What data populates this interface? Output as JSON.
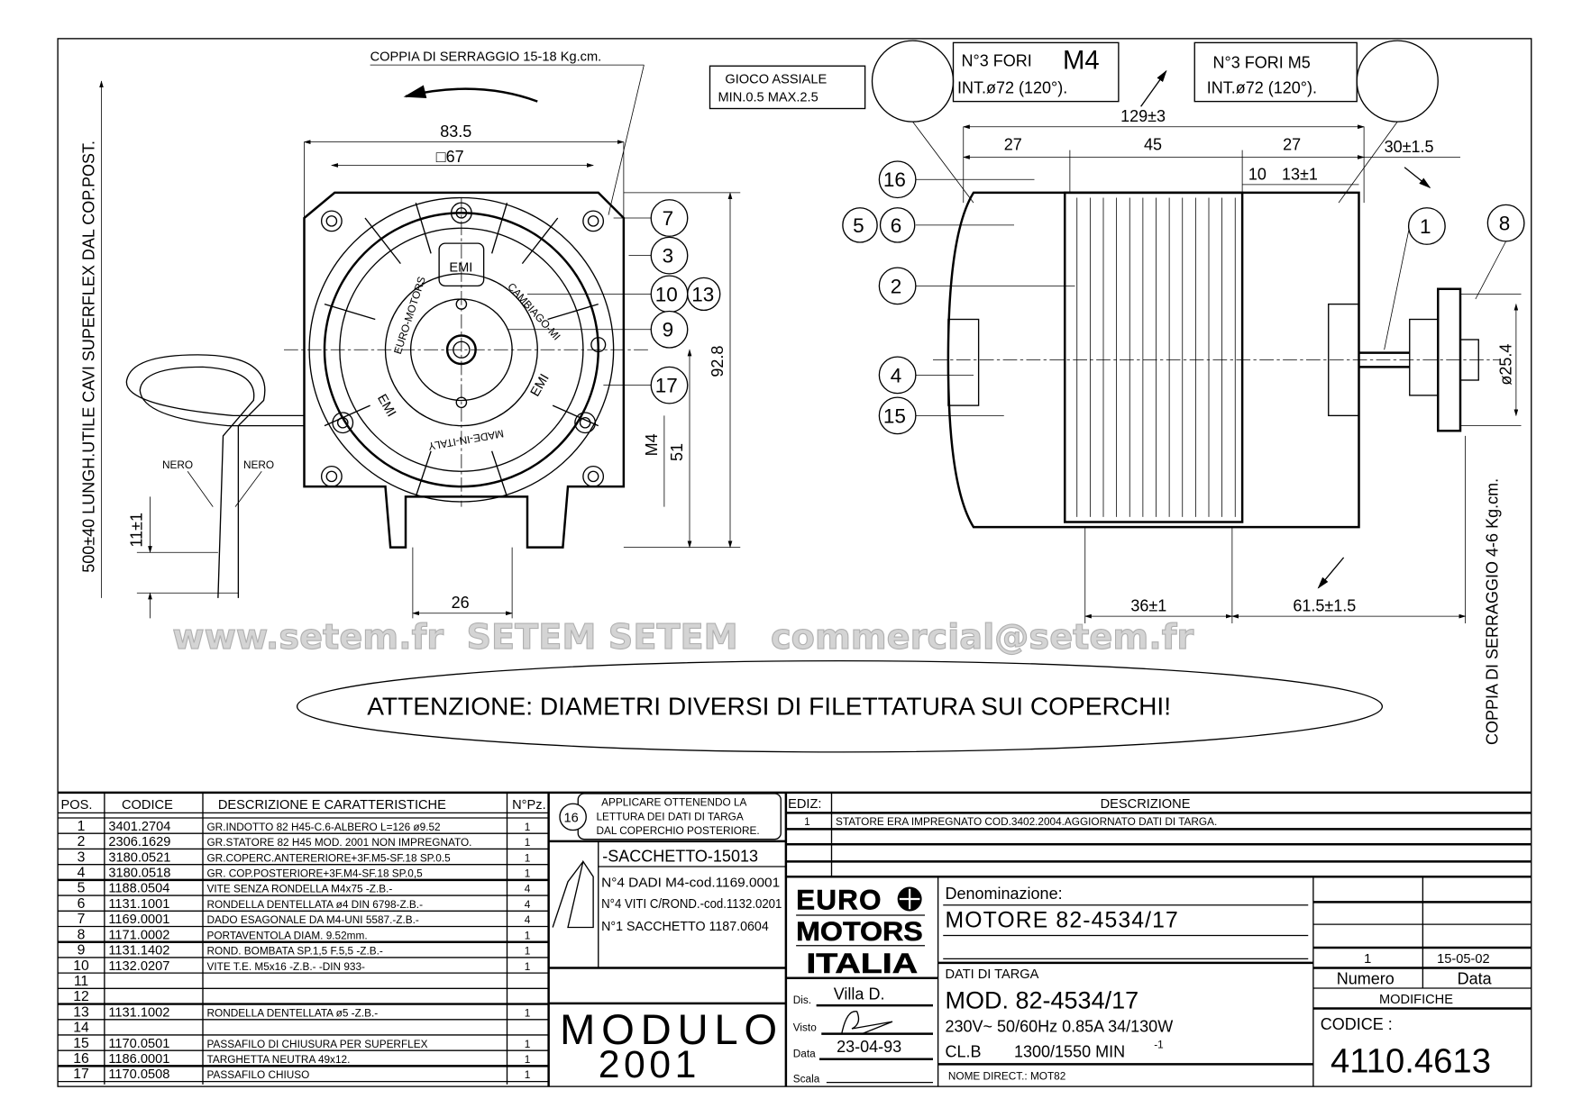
{
  "top_notes": {
    "torque_front": "COPPIA DI SERRAGGIO 15-18 Kg.cm.",
    "cable_length": "500±40  LUNGH.UTILE CAVI SUPERFLEX DAL COP.POST.",
    "end_play_1": "GIOCO ASSIALE",
    "end_play_2": "MIN.0.5  MAX.2.5",
    "holes_m4_1": "N°3  FORI",
    "holes_m4_size": "M4",
    "holes_m4_2": "INT.ø72  (120°).",
    "holes_m5_1": "N°3  FORI  M5",
    "holes_m5_2": "INT.ø72  (120°).",
    "torque_rear": "COPPIA  DI  SERRAGGIO  4-6  Kg.cm."
  },
  "front_view": {
    "dims": {
      "width": "83.5",
      "square": "□67",
      "height": "92.8",
      "m4": "M4",
      "d51": "51",
      "d26": "26",
      "d11": "11±1"
    },
    "wires": [
      "NERO",
      "NERO"
    ],
    "plate_labels": [
      "EMI",
      "EMI",
      "EMI",
      "EURO-MOTORS",
      "CAMBIAGO-MI",
      "MADE-IN-ITALY"
    ],
    "balloons": [
      "7",
      "3",
      "10",
      "13",
      "9",
      "17"
    ]
  },
  "side_view": {
    "dims": {
      "overall": "129±3",
      "a": "27",
      "b": "45",
      "c": "27",
      "d10": "10",
      "d13": "13±1",
      "d30": "30±1.5",
      "d36": "36±1",
      "d61": "61.5±1.5",
      "flange": "ø25.4"
    },
    "balloons": [
      "16",
      "5",
      "6",
      "2",
      "4",
      "15",
      "1",
      "8"
    ]
  },
  "warning": "ATTENZIONE:  DIAMETRI  DIVERSI  DI  FILETTATURA  SUI  COPERCHI!",
  "watermarks": [
    "www.setem.fr",
    "SETEM  SETEM",
    "commercial@setem.fr"
  ],
  "parts_table": {
    "headers": [
      "POS.",
      "CODICE",
      "DESCRIZIONE  E  CARATTERISTICHE",
      "N°Pz."
    ],
    "rows": [
      [
        "1",
        "3401.2704",
        "GR.INDOTTO 82 H45-C.6-ALBERO L=126 ø9.52",
        "1"
      ],
      [
        "2",
        "2306.1629",
        "GR.STATORE 82 H45 MOD. 2001 NON IMPREGNATO.",
        "1"
      ],
      [
        "3",
        "3180.0521",
        "GR.COPERC.ANTERERIORE+3F.M5-SF.18 SP.0.5",
        "1"
      ],
      [
        "4",
        "3180.0518",
        "GR. COP.POSTERIORE+3F.M4-SF.18 SP.0,5",
        "1"
      ],
      [
        "5",
        "1188.0504",
        "VITE SENZA RONDELLA   M4x75       -Z.B.-",
        "4"
      ],
      [
        "6",
        "1131.1001",
        "RONDELLA DENTELLATA ø4 DIN 6798-Z.B.-",
        "4"
      ],
      [
        "7",
        "1169.0001",
        "DADO ESAGONALE DA M4-UNI 5587.-Z.B.-",
        "4"
      ],
      [
        "8",
        "1171.0002",
        "PORTAVENTOLA DIAM. 9.52mm.",
        "1"
      ],
      [
        "9",
        "1131.1402",
        "ROND. BOMBATA SP.1,5 F.5,5       -Z.B.-",
        "1"
      ],
      [
        "10",
        "1132.0207",
        "VITE T.E.  M5x16  -Z.B.-    -DIN 933-",
        "1"
      ],
      [
        "11",
        "",
        "",
        ""
      ],
      [
        "12",
        "",
        "",
        ""
      ],
      [
        "13",
        "1131.1002",
        "RONDELLA DENTELLATA ø5         -Z.B.-",
        "1"
      ],
      [
        "14",
        "",
        "",
        ""
      ],
      [
        "15",
        "1170.0501",
        "PASSAFILO DI CHIUSURA PER SUPERFLEX",
        "1"
      ],
      [
        "16",
        "1186.0001",
        "TARGHETTA NEUTRA 49x12.",
        "1"
      ],
      [
        "17",
        "1170.0508",
        "PASSAFILO CHIUSO",
        "1"
      ]
    ]
  },
  "label_note": {
    "balloon": "16",
    "lines": [
      "APPLICARE OTTENENDO LA",
      "LETTURA DEI DATI DI TARGA",
      "DAL COPERCHIO POSTERIORE."
    ]
  },
  "bag": {
    "title": "-SACCHETTO-15013",
    "items": [
      "N°4 DADI M4-cod.1169.0001",
      "N°4 VITI C/ROND.-cod.1132.0201",
      "N°1 SACCHETTO 1187.0604"
    ]
  },
  "module": {
    "line1": "MODULO",
    "line2": "2001"
  },
  "revisions": {
    "headers": [
      "EDIZ:",
      "DESCRIZIONE"
    ],
    "rows": [
      [
        "1",
        "STATORE ERA IMPREGNATO COD.3402.2004.AGGIORNATO DATI DI TARGA."
      ]
    ]
  },
  "logo": {
    "lines": [
      "EURO",
      "MOTORS",
      "ITALIA"
    ]
  },
  "title_block": {
    "denominazione_label": "Denominazione:",
    "denominazione": "MOTORE  82-4534/17",
    "dati_label": "DATI DI TARGA",
    "model": "MOD.  82-4534/17",
    "electrical": "230V~    50/60Hz     0.85A    34/130W",
    "speed_class": "CL.B",
    "speed": "1300/1550 MIN",
    "speed_exp": "-1",
    "nome_direct": "NOME DIRECT.: MOT82",
    "dis_label": "Dis.",
    "dis": "Villa D.",
    "visto_label": "Visto",
    "data_label": "Data",
    "data": "23-04-93",
    "scala_label": "Scala"
  },
  "modifiche": {
    "numero": "1",
    "data": "15-05-02",
    "numero_label": "Numero",
    "data_label": "Data",
    "title": "MODIFICHE",
    "codice_label": "CODICE :",
    "codice": "4110.4613"
  }
}
